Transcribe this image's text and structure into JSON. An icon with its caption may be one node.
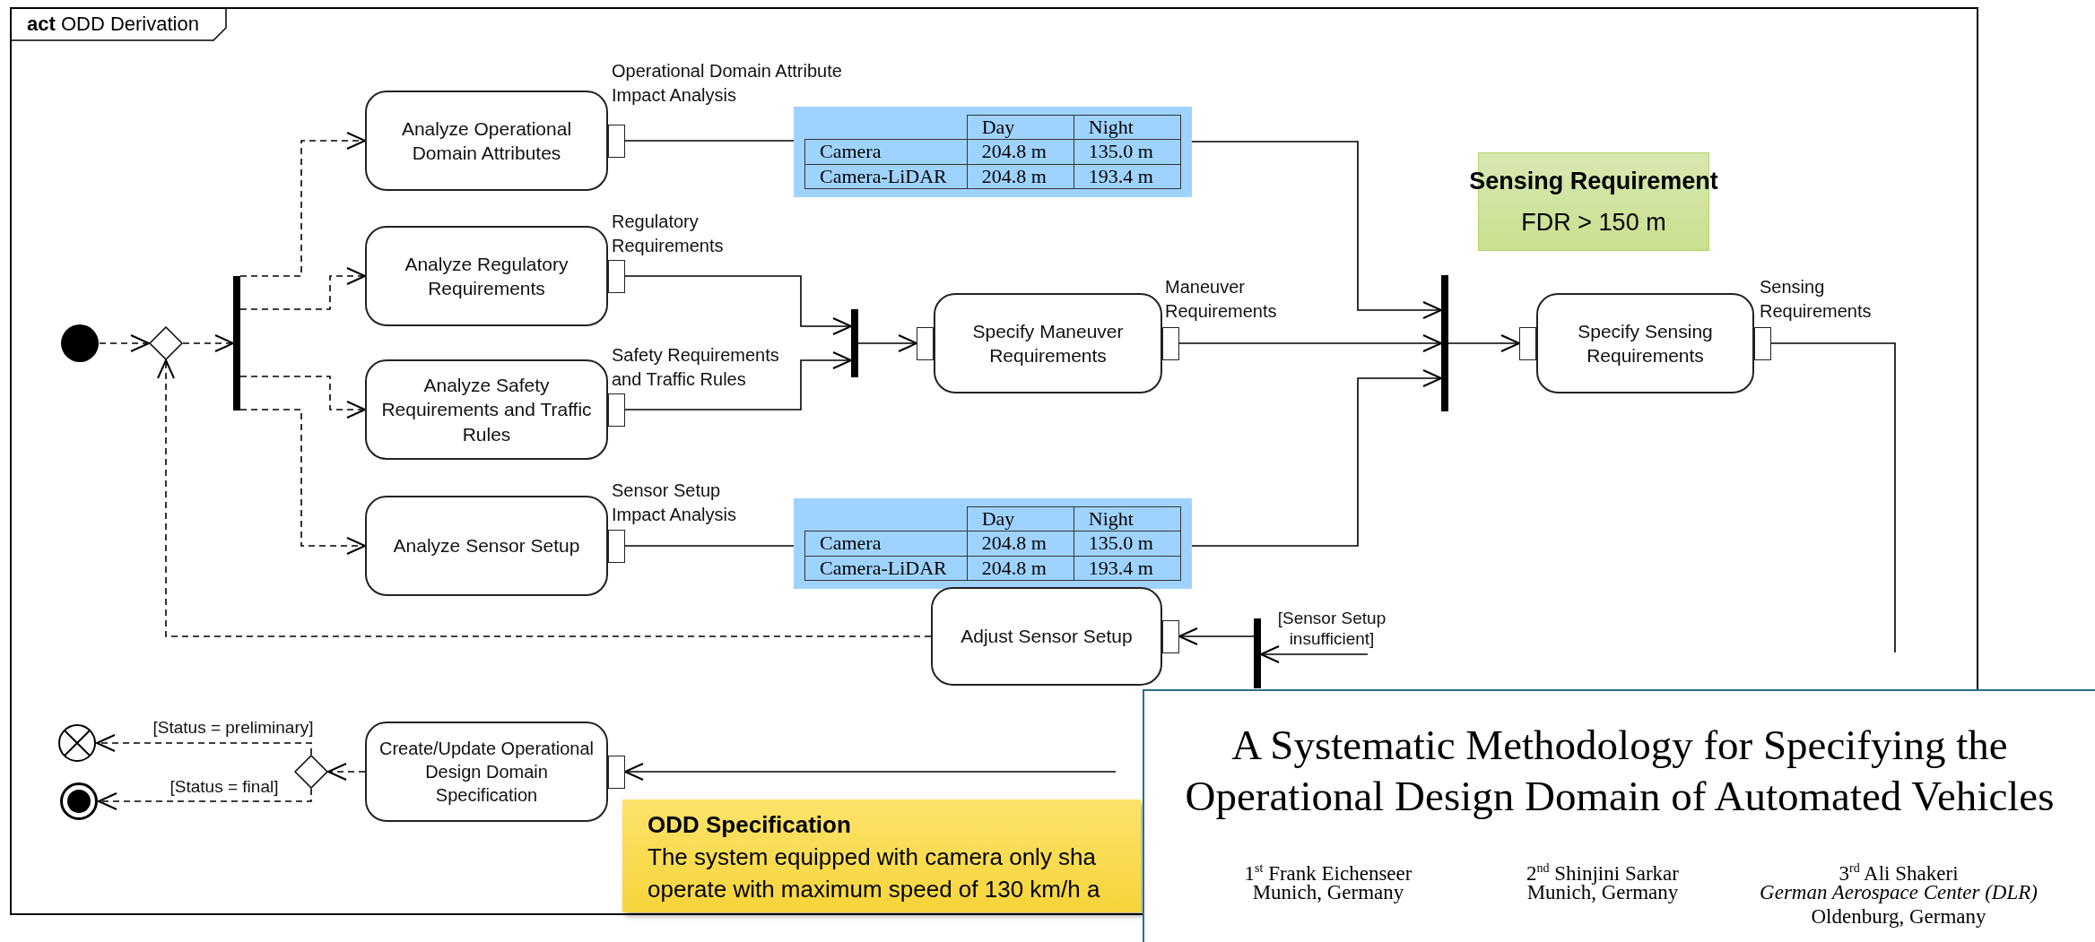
{
  "diagram": {
    "title": "**act** ODD Derivation",
    "nodes": [
      {
        "text": [],
        "shape": "circle"
      },
      {
        "text": [],
        "shape": "diamond"
      },
      {
        "text": [],
        "shape": "bar"
      },
      {
        "text": [
          "Analyze Operational Domain Attributes"
        ],
        "beside": [
          "Operational Domain Attribute Impact Analysis"
        ]
      },
      {
        "text": [
          "Analyze Regulatory Requirements"
        ],
        "beside": [
          "Regulatory Requirements"
        ]
      },
      {
        "text": [
          "Analyze Safety Requirements and Traffic Rules"
        ],
        "beside": [
          "Safety Requirements and Traffic Rules"
        ]
      },
      {
        "text": [
          "Analyze Sensor Setup"
        ],
        "beside": [
          "Sensor Setup Impact Analysis"
        ]
      },
      {
        "text": [
          "Day",
          "Night",
          "Camera",
          "204.8 m",
          "135.0 m",
          "Camera-LiDAR",
          "204.8 m",
          "193.4 m"
        ]
      },
      {
        "text": [
          "Day",
          "Night",
          "Camera",
          "204.8 m",
          "135.0 m",
          "Camera-LiDAR",
          "204.8 m",
          "193.4 m"
        ]
      },
      {
        "text": [],
        "shape": "bar"
      },
      {
        "text": [
          "Specify Maneuver Requirements"
        ],
        "beside": [
          "Maneuver Requirements"
        ]
      },
      {
        "text": [],
        "shape": "bar"
      },
      {
        "text": [
          "Specify Sensing Requirements"
        ],
        "beside": [
          "Sensing Requirements"
        ]
      },
      {
        "text": [
          "Sensing Requirement",
          "FDR > 150 m"
        ]
      },
      {
        "text": [
          "Adjust Sensor Setup"
        ]
      },
      {
        "text": [],
        "shape": "bar"
      },
      {
        "text": [
          "Create/Update Operational Design Domain Specification"
        ]
      },
      {
        "text": [],
        "shape": "diamond"
      },
      {
        "text": [],
        "shape": "circle"
      },
      {
        "text": [],
        "shape": "circle"
      },
      {
        "text": [
          "ODD Specification",
          "The system equipped with camera only sha",
          "operate with maximum speed of 130 km/h a"
        ]
      },
      {
        "text": [
          "A Systematic Methodology for Specifying the Operational Design Domain of Automated Vehicles",
          "1$^{st}$ Frank Eichenseer",
          "Munich, Germany",
          "2$^{nd}$ Shinjini Sarkar",
          "Munich, Germany",
          "3$^{rd}$ Ali Shakeri",
          "German Aerospace Center (DLR)",
          "Oldenburg, Germany"
        ]
      }
    ],
    "edges": [
      {
        "from": 0,
        "to": 1,
        "arrow": "to",
        "style": "dashed"
      },
      {
        "from": 1,
        "to": 2,
        "arrow": "to",
        "style": "dashed"
      },
      {
        "from": 2,
        "to": 3,
        "arrow": "to",
        "style": "dashed"
      },
      {
        "from": 2,
        "to": 4,
        "arrow": "to",
        "style": "dashed"
      },
      {
        "from": 2,
        "to": 5,
        "arrow": "to",
        "style": "dashed"
      },
      {
        "from": 2,
        "to": 6,
        "arrow": "to",
        "style": "dashed"
      },
      {
        "from": 3,
        "to": 7,
        "arrow": "none"
      },
      {
        "from": 7,
        "to": 11,
        "arrow": "to"
      },
      {
        "from": 4,
        "to": 9,
        "arrow": "to"
      },
      {
        "from": 5,
        "to": 9,
        "arrow": "to"
      },
      {
        "from": 9,
        "to": 10,
        "arrow": "to"
      },
      {
        "from": 10,
        "to": 11,
        "arrow": "to"
      },
      {
        "from": 6,
        "to": 8,
        "arrow": "none"
      },
      {
        "from": 8,
        "to": 11,
        "arrow": "to"
      },
      {
        "from": 11,
        "to": 12,
        "arrow": "to"
      },
      {
        "from": 12,
        "to": null,
        "arrow": "none"
      },
      {
        "from": null,
        "to": 15,
        "arrow": "to",
        "label": "[Sensor Setup insufficient]"
      },
      {
        "from": 15,
        "to": 14,
        "arrow": "to"
      },
      {
        "from": 14,
        "to": 1,
        "arrow": "to",
        "style": "dashed"
      },
      {
        "from": null,
        "to": 16,
        "arrow": "to"
      },
      {
        "from": 16,
        "to": 17,
        "arrow": "to",
        "style": "dashed"
      },
      {
        "from": 17,
        "to": 18,
        "arrow": "to",
        "style": "dashed",
        "label": "[Status = preliminary]"
      },
      {
        "from": 17,
        "to": 19,
        "arrow": "to",
        "style": "dashed",
        "label": "[Status = final]"
      }
    ]
  }
}
